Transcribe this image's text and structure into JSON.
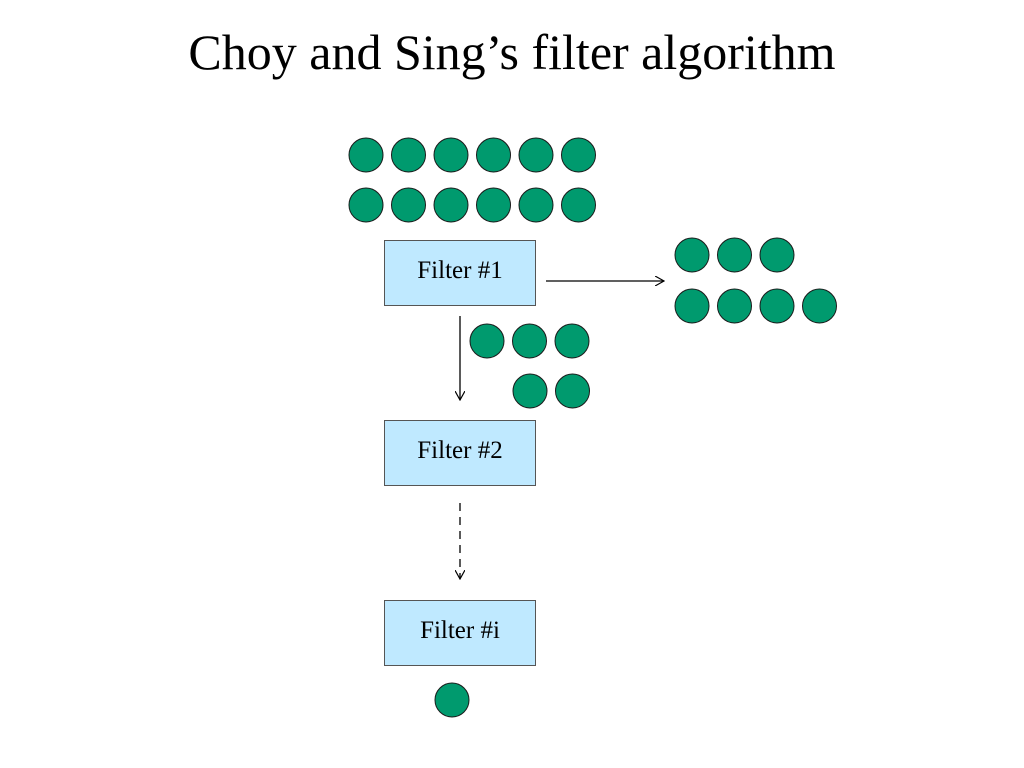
{
  "title": "Choy and Sing’s filter algorithm",
  "filters": [
    {
      "label": "Filter #1"
    },
    {
      "label": "Filter #2"
    },
    {
      "label": "Filter #i"
    }
  ],
  "colors": {
    "circle_fill": "#009a6e",
    "circle_stroke": "#1a1a1a",
    "box_fill": "#bfe9ff",
    "box_border": "#555555",
    "arrow": "#000000"
  },
  "groups": [
    {
      "name": "input-points",
      "rows": [
        6,
        6
      ]
    },
    {
      "name": "filtered-out-by-filter-1",
      "rows": [
        3,
        4
      ]
    },
    {
      "name": "passed-filter-1",
      "rows": [
        3,
        2
      ]
    },
    {
      "name": "final-result",
      "rows": [
        1
      ]
    }
  ]
}
